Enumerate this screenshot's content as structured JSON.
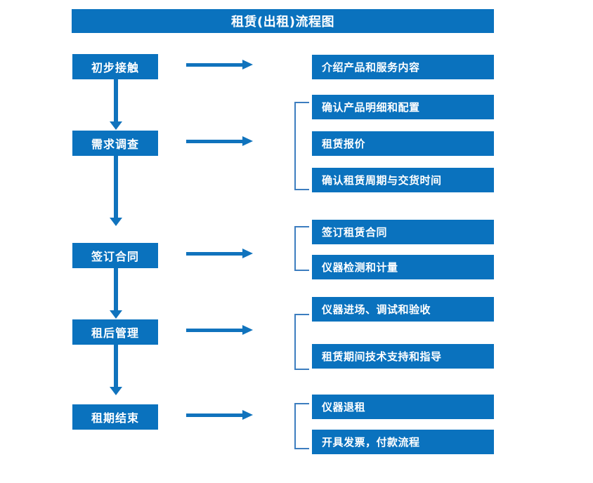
{
  "diagram": {
    "title": "租赁(出租)流程图",
    "accent_color": "#0A72BE",
    "arrow_color": "#1073BD",
    "bracket_color": "#3C7DBF",
    "text_color": "#FFFFFF",
    "background_color": "#FFFFFF"
  },
  "stages": [
    {
      "id": "stage-1",
      "label": "初步接触",
      "details": [
        "介绍产品和服务内容"
      ],
      "has_bracket": false
    },
    {
      "id": "stage-2",
      "label": "需求调查",
      "details": [
        "确认产品明细和配置",
        "租赁报价",
        "确认租赁周期与交货时间"
      ],
      "has_bracket": true
    },
    {
      "id": "stage-3",
      "label": "签订合同",
      "details": [
        "签订租赁合同",
        "仪器检测和计量"
      ],
      "has_bracket": true
    },
    {
      "id": "stage-4",
      "label": "租后管理",
      "details": [
        "仪器进场、调试和验收",
        "租赁期间技术支持和指导"
      ],
      "has_bracket": true
    },
    {
      "id": "stage-5",
      "label": "租期结束",
      "details": [
        "仪器退租",
        "开具发票，付款流程"
      ],
      "has_bracket": true
    }
  ],
  "detail_boxes": [
    {
      "label": "介绍产品和服务内容"
    },
    {
      "label": "确认产品明细和配置"
    },
    {
      "label": "租赁报价"
    },
    {
      "label": "确认租赁周期与交货时间"
    },
    {
      "label": "签订租赁合同"
    },
    {
      "label": "仪器检测和计量"
    },
    {
      "label": "仪器进场、调试和验收"
    },
    {
      "label": "租赁期间技术支持和指导"
    },
    {
      "label": "仪器退租"
    },
    {
      "label": "开具发票，付款流程"
    }
  ],
  "connectors": {
    "horizontal_arrow_icon": "right-arrow-icon",
    "vertical_arrow_icon": "down-arrow-icon",
    "bracket_icon": "group-bracket-icon",
    "count_horizontal": 5,
    "count_vertical": 4,
    "count_brackets": 4
  }
}
